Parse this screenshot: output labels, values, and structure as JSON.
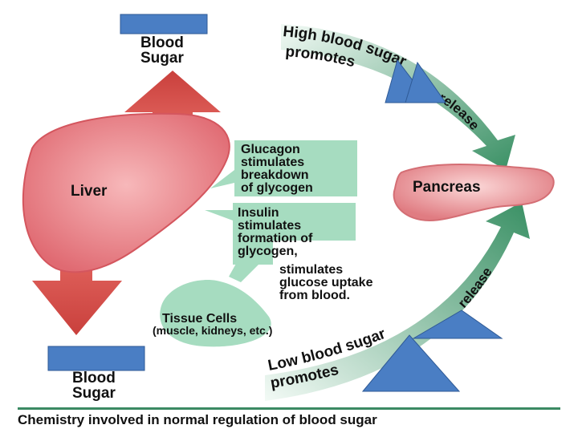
{
  "diagram": {
    "blood_sugar_top_l1": "Blood",
    "blood_sugar_top_l2": "Sugar",
    "blood_sugar_bottom_l1": "Blood",
    "blood_sugar_bottom_l2": "Sugar",
    "liver": "Liver",
    "pancreas": "Pancreas",
    "high_arc_l1": "High blood sugar",
    "high_arc_l2": "promotes",
    "high_release": "release",
    "low_arc_l1": "Low blood sugar",
    "low_arc_l2": "promotes",
    "low_release": "release",
    "glucagon": [
      "Glucagon",
      "stimulates",
      "breakdown",
      "of glycogen"
    ],
    "insulin": [
      "Insulin",
      "stimulates",
      "formation of",
      "glycogen,"
    ],
    "uptake": [
      "stimulates",
      "glucose uptake",
      "from blood."
    ],
    "tissue_l1": "Tissue Cells",
    "tissue_l2": "(muscle, kidneys, etc.)"
  },
  "caption": "Chemistry involved in normal regulation of blood sugar",
  "colors": {
    "liver": "#e8747a",
    "liver_edge": "#d4565e",
    "arrow_red": "#d9534f",
    "green_box": "#a6dcc0",
    "green_arrow": "#3f9d6d",
    "blue_shape": "#4a7ec4",
    "rule": "#3b8a63"
  }
}
